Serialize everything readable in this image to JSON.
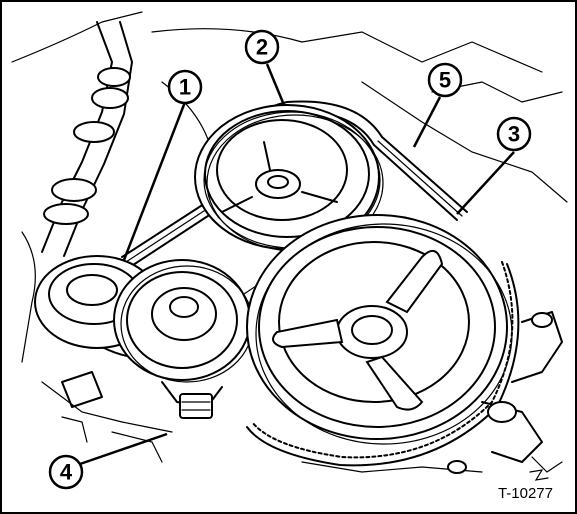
{
  "figure": {
    "reference_code": "T-10277",
    "callouts": [
      {
        "id": "callout-1",
        "label": "1"
      },
      {
        "id": "callout-2",
        "label": "2"
      },
      {
        "id": "callout-3",
        "label": "3"
      },
      {
        "id": "callout-4",
        "label": "4"
      },
      {
        "id": "callout-5",
        "label": "5"
      }
    ],
    "colors": {
      "ink": "#000000",
      "paper": "#ffffff"
    }
  }
}
